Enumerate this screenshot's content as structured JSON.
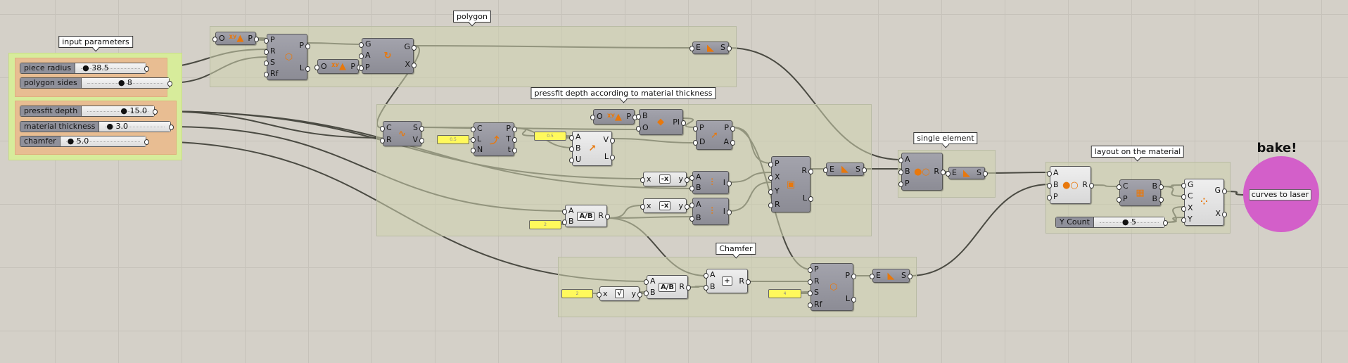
{
  "groups": {
    "input_parameters": "input parameters",
    "polygon": "polygon",
    "pressfit": "pressfit depth according to material thickness",
    "single_element": "single element",
    "layout": "layout on the material",
    "chamfer": "Chamfer"
  },
  "sliders": [
    {
      "id": "piece-radius",
      "label": "piece radius",
      "value": "38.5"
    },
    {
      "id": "polygon-sides",
      "label": "polygon sides",
      "value": "8"
    },
    {
      "id": "pressfit-depth",
      "label": "pressfit depth",
      "value": "15.0"
    },
    {
      "id": "material-thickness",
      "label": "material thickness",
      "value": "3.0"
    },
    {
      "id": "chamfer",
      "label": "chamfer",
      "value": "5.0"
    },
    {
      "id": "y-count",
      "label": "Y Count",
      "value": "5"
    }
  ],
  "panels": [
    {
      "id": "panel-param-1",
      "text": "0.5"
    },
    {
      "id": "panel-param-2",
      "text": "0.5"
    },
    {
      "id": "panel-divisor",
      "text": "2"
    },
    {
      "id": "panel-sqrt-input",
      "text": "2"
    },
    {
      "id": "panel-segments",
      "text": "4"
    }
  ],
  "components": [
    {
      "id": "construct-point-1",
      "theme": "dark",
      "inputs": [
        "O"
      ],
      "outputs": [
        "P"
      ],
      "icon": "xy-point-icon"
    },
    {
      "id": "polygon-1",
      "theme": "dark",
      "inputs": [
        "P",
        "R",
        "S",
        "Rf"
      ],
      "outputs": [
        "P",
        "L"
      ],
      "icon": "polygon-icon"
    },
    {
      "id": "construct-point-2",
      "theme": "dark",
      "inputs": [
        "O"
      ],
      "outputs": [
        "P"
      ],
      "icon": "xy-point-icon"
    },
    {
      "id": "rotate",
      "theme": "dark",
      "inputs": [
        "G",
        "A",
        "P"
      ],
      "outputs": [
        "G",
        "X"
      ],
      "icon": "rotate-icon"
    },
    {
      "id": "explode-1",
      "theme": "dark",
      "inputs": [
        "E"
      ],
      "outputs": [
        "S"
      ],
      "icon": "region-icon"
    },
    {
      "id": "curve-param",
      "theme": "dark",
      "inputs": [
        "C",
        "R"
      ],
      "outputs": [
        "S",
        "V"
      ],
      "icon": "curve-icon"
    },
    {
      "id": "evaluate-length",
      "theme": "dark",
      "inputs": [
        "C",
        "L",
        "N"
      ],
      "outputs": [
        "P",
        "T",
        "t"
      ],
      "icon": "evaluate-curve-icon"
    },
    {
      "id": "vector-2pt",
      "theme": "light",
      "inputs": [
        "A",
        "B",
        "U"
      ],
      "outputs": [
        "V",
        "L"
      ],
      "icon": "vector-icon"
    },
    {
      "id": "construct-point-3",
      "theme": "dark",
      "inputs": [
        "O"
      ],
      "outputs": [
        "P"
      ],
      "icon": "xy-point-icon"
    },
    {
      "id": "plane",
      "theme": "dark",
      "inputs": [
        "B",
        "O"
      ],
      "outputs": [
        "Pl"
      ],
      "icon": "plane-icon"
    },
    {
      "id": "move",
      "theme": "dark",
      "inputs": [
        "P",
        "D"
      ],
      "outputs": [
        "P",
        "A"
      ],
      "icon": "move-icon"
    },
    {
      "id": "rectangle",
      "theme": "dark",
      "inputs": [
        "P",
        "X",
        "Y",
        "R"
      ],
      "outputs": [
        "R",
        "L"
      ],
      "icon": "rectangle-icon"
    },
    {
      "id": "explode-2",
      "theme": "dark",
      "inputs": [
        "E"
      ],
      "outputs": [
        "S"
      ],
      "icon": "region-icon"
    },
    {
      "id": "negative-1",
      "theme": "light",
      "inputs": [
        "x"
      ],
      "outputs": [
        "y"
      ],
      "icon": "negative-icon",
      "icon_text": "-x"
    },
    {
      "id": "interval-1",
      "theme": "dark",
      "inputs": [
        "A",
        "B"
      ],
      "outputs": [
        "I"
      ],
      "icon": "interval-icon"
    },
    {
      "id": "division-1",
      "theme": "light",
      "inputs": [
        "A",
        "B"
      ],
      "outputs": [
        "R"
      ],
      "icon": "division-icon",
      "icon_text": "A/B"
    },
    {
      "id": "negative-2",
      "theme": "light",
      "inputs": [
        "x"
      ],
      "outputs": [
        "y"
      ],
      "icon": "negative-icon",
      "icon_text": "-x"
    },
    {
      "id": "interval-2",
      "theme": "dark",
      "inputs": [
        "A",
        "B"
      ],
      "outputs": [
        "I"
      ],
      "icon": "interval-icon"
    },
    {
      "id": "union-1",
      "theme": "dark",
      "inputs": [
        "A",
        "B",
        "P"
      ],
      "outputs": [
        "R"
      ],
      "icon": "region-union-icon"
    },
    {
      "id": "explode-3",
      "theme": "dark",
      "inputs": [
        "E"
      ],
      "outputs": [
        "S"
      ],
      "icon": "region-icon"
    },
    {
      "id": "union-2",
      "theme": "light",
      "inputs": [
        "A",
        "B",
        "P"
      ],
      "outputs": [
        "R"
      ],
      "icon": "region-union-icon"
    },
    {
      "id": "bounding-box",
      "theme": "dark",
      "inputs": [
        "C",
        "P"
      ],
      "outputs": [
        "B",
        "B"
      ],
      "icon": "box-icon"
    },
    {
      "id": "grid-array",
      "theme": "light",
      "inputs": [
        "G",
        "C",
        "X",
        "Y"
      ],
      "outputs": [
        "G",
        "X"
      ],
      "icon": "grid-icon"
    },
    {
      "id": "sqrt",
      "theme": "light",
      "inputs": [
        "x"
      ],
      "outputs": [
        "y"
      ],
      "icon": "sqrt-icon",
      "icon_text": "√"
    },
    {
      "id": "division-2",
      "theme": "light",
      "inputs": [
        "A",
        "B"
      ],
      "outputs": [
        "R"
      ],
      "icon": "division-icon",
      "icon_text": "A/B"
    },
    {
      "id": "addition",
      "theme": "light",
      "inputs": [
        "A",
        "B"
      ],
      "outputs": [
        "R"
      ],
      "icon": "addition-icon",
      "icon_text": "+"
    },
    {
      "id": "polygon-2",
      "theme": "dark",
      "inputs": [
        "P",
        "R",
        "S",
        "Rf"
      ],
      "outputs": [
        "P",
        "L"
      ],
      "icon": "polygon-icon"
    },
    {
      "id": "explode-4",
      "theme": "dark",
      "inputs": [
        "E"
      ],
      "outputs": [
        "S"
      ],
      "icon": "region-icon"
    }
  ],
  "output": {
    "bake_label": "bake!",
    "panel_text": "curves to laser"
  },
  "colors": {
    "canvas": "#d4d0c8",
    "bake": "#d35fc9",
    "panel": "#fff95c",
    "wire": "#4a4a42"
  }
}
